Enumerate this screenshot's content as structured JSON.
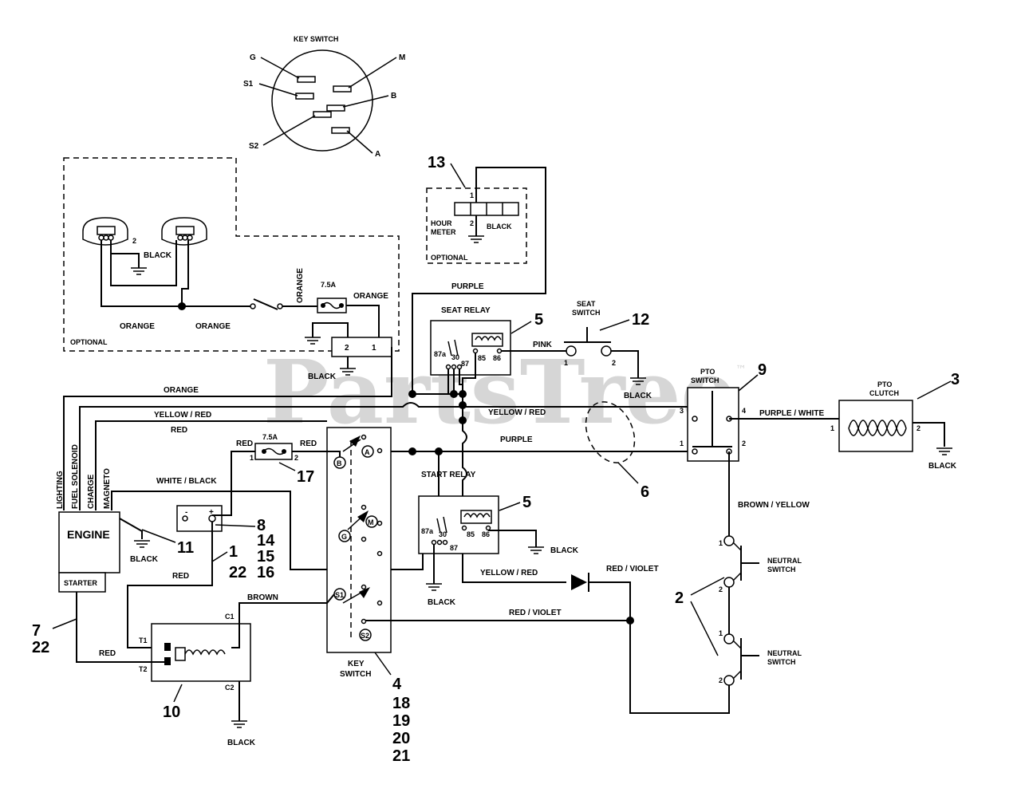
{
  "watermark": {
    "text": "PartsTree",
    "tm": "™"
  },
  "key_switch_inset": {
    "title": "KEY SWITCH",
    "terminals": [
      "G",
      "M",
      "S1",
      "B",
      "S2",
      "A"
    ]
  },
  "components": {
    "engine": "ENGINE",
    "starter": "STARTER",
    "engine_leads": [
      "LIGHTING",
      "FUEL SOLENOID",
      "CHARGE",
      "MAGNETO"
    ],
    "seat_relay": "SEAT RELAY",
    "start_relay": "START RELAY",
    "seat_switch": [
      "SEAT",
      "SWITCH"
    ],
    "pto_switch": [
      "PTO",
      "SWITCH"
    ],
    "pto_clutch": [
      "PTO",
      "CLUTCH"
    ],
    "hour_meter": [
      "HOUR",
      "METER"
    ],
    "neutral_switch": [
      "NEUTRAL",
      "SWITCH"
    ],
    "key_switch": [
      "KEY",
      "SWITCH"
    ],
    "fuse_rating": "7.5A",
    "optional": "OPTIONAL"
  },
  "key_switch_terminals": [
    "B",
    "A",
    "M",
    "G",
    "S1",
    "S2"
  ],
  "relay_pins": [
    "87a",
    "30",
    "87",
    "85",
    "86"
  ],
  "wires": {
    "orange": "ORANGE",
    "black": "BLACK",
    "purple": "PURPLE",
    "pink": "PINK",
    "yellow_red": "YELLOW / RED",
    "red": "RED",
    "white_black": "WHITE / BLACK",
    "brown": "BROWN",
    "purple_white": "PURPLE / WHITE",
    "brown_yellow": "BROWN / YELLOW",
    "red_violet": "RED / VIOLET"
  },
  "pins": {
    "p1": "1",
    "p2": "2",
    "p3": "3",
    "p4": "4",
    "minus": "-",
    "plus": "+",
    "t1": "T1",
    "t2": "T2",
    "c1": "C1",
    "c2": "C2"
  },
  "callouts": {
    "n1": "1",
    "n2": "2",
    "n3": "3",
    "n4": "4",
    "n5": "5",
    "n6": "6",
    "n7": "7",
    "n8": "8",
    "n9": "9",
    "n10": "10",
    "n11": "11",
    "n12": "12",
    "n13": "13",
    "n14": "14",
    "n15": "15",
    "n16": "16",
    "n17": "17",
    "n18": "18",
    "n19": "19",
    "n20": "20",
    "n21": "21",
    "n22": "22"
  }
}
